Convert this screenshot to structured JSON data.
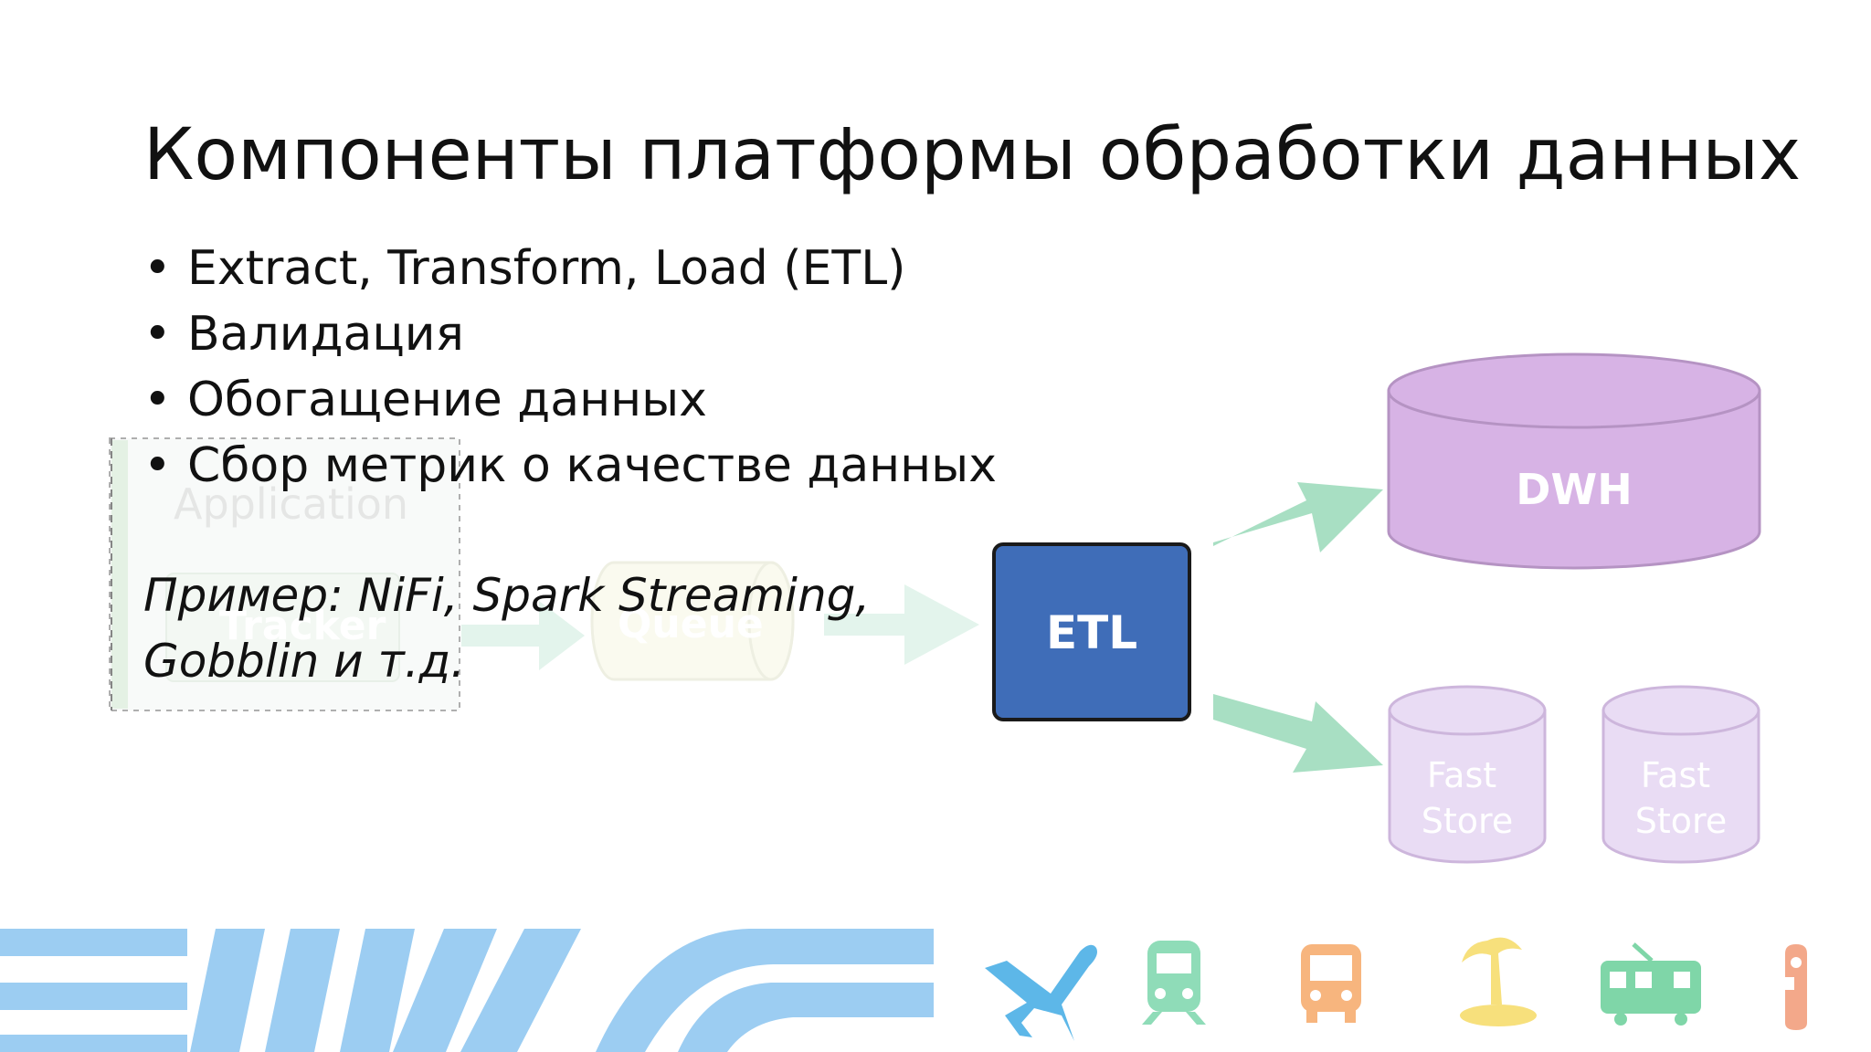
{
  "title": "Компоненты платформы обработки данных",
  "bullets": [
    "Extract, Transform, Load (ETL)",
    "Валидация",
    "Обогащение данных",
    "Сбор метрик о качестве данных"
  ],
  "bullet_marker": "•",
  "example": {
    "line1": "Пример: NiFi, Spark Streaming,",
    "line2": "Gobblin и т.д."
  },
  "diagram": {
    "application_label": "Application",
    "tracker_label": "Tracker",
    "queue_label": "Queue",
    "etl_label": "ETL",
    "dwh_label": "DWH",
    "fast_store_1": {
      "line1": "Fast",
      "line2": "Store"
    },
    "fast_store_2": {
      "line1": "Fast",
      "line2": "Store"
    }
  },
  "colors": {
    "etl_fill": "#3f6db8",
    "etl_border": "#1a1a1a",
    "dwh_fill": "#d7b3e5",
    "dwh_border": "#b593c3",
    "fast_store_fill": "#e9dcf4",
    "arrow": "#a8dfc3",
    "arrow_faded": "#e3f4ec",
    "stripes": "#9ccdf2",
    "airplane": "#5db7e8",
    "train": "#8fdcb8",
    "bus": "#f7b57e",
    "palm": "#f7e07c",
    "tram": "#7fd6a8",
    "tag": "#f3a88a"
  },
  "footer_icons": [
    "airplane-icon",
    "train-icon",
    "bus-icon",
    "palm-island-icon",
    "tram-icon",
    "hotel-tag-icon"
  ]
}
